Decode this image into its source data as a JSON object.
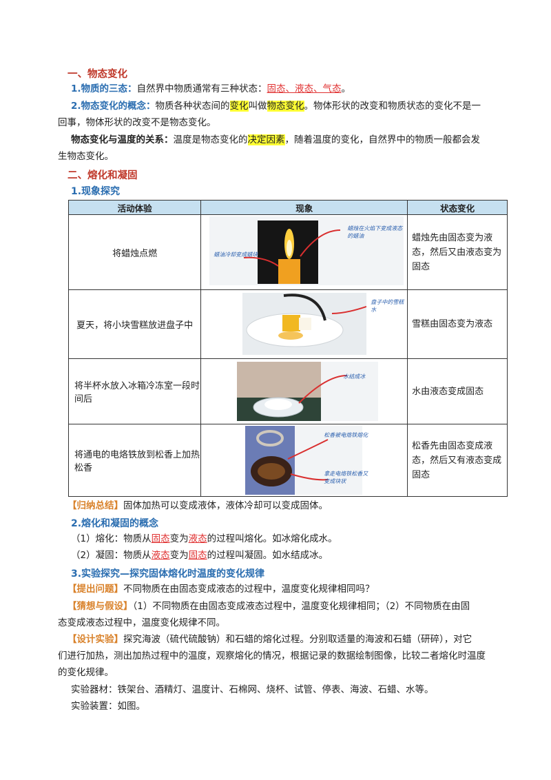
{
  "section1": {
    "title": "一、物态变化",
    "p1_label": "1.物质的三态：",
    "p1_text": "自然界中物质通常有三种状态：",
    "p1_answer": "固态、液态、气态",
    "p1_end": "。",
    "p2_label": "2.物态变化的概念：",
    "p2_text_a": "物质各种状态间的",
    "p2_hl1": "变化",
    "p2_text_b": "叫做",
    "p2_hl2": "物态变化",
    "p2_text_c": "。物体形状的改变和物质状态的变化不是一",
    "p2_line2": "回事，物体形状的改变不是物态变化。",
    "p3_label": "物态变化与温度的关系：",
    "p3_text_a": "温度是物态变化的",
    "p3_hl": "决定因素",
    "p3_text_b": "，随着温度的变化，自然界中的物质一般都会发",
    "p3_line2": "生物态变化。"
  },
  "section2": {
    "title": "二、熔化和凝固",
    "sub1": "1.现象探究",
    "table": {
      "headers": [
        "活动体验",
        "现象",
        "状态变化"
      ],
      "rows": [
        {
          "activity": "将蜡烛点燃",
          "notes": [
            "蜡烛在火焰下变成液态的蜡油",
            "蜡油冷却变成蜡块"
          ],
          "state": [
            "蜡烛先由固态变为液",
            "态，然后又由液态变为",
            "固态"
          ]
        },
        {
          "activity": "夏天，将小块雪糕放进盘子中",
          "notes": [
            "盘子中的雪糕水"
          ],
          "state": [
            "雪糕由固态变为液态"
          ]
        },
        {
          "activity": [
            "将半杯水放入冰箱冷冻室一段时",
            "间后"
          ],
          "notes": [
            "水结成冰"
          ],
          "state": [
            "水由液态变成固态"
          ]
        },
        {
          "activity": [
            "将通电的电烙铁放到松香上加热",
            "松香"
          ],
          "notes": [
            "松香被电烙铁熔化",
            "拿走电烙铁松香又变成块状"
          ],
          "state": [
            "松香先由固态变成液",
            "态，然后又有液态变成",
            "固态"
          ]
        }
      ]
    },
    "summary_tag": "【归纳总结】",
    "summary_text": "固体加热可以变成液体，液体冷却可以变成固体。",
    "sub2": "2.熔化和凝固的概念",
    "melt_a": "（1）熔化：物质从",
    "melt_u1": "固态",
    "melt_b": "变为",
    "melt_u2": "液态",
    "melt_c": "的过程叫熔化。如冰熔化成水。",
    "freeze_a": "（2）凝固：物质从",
    "freeze_u1": "液态",
    "freeze_b": "变为",
    "freeze_u2": "固态",
    "freeze_c": "的过程叫凝固。如水结成冰。",
    "sub3": "3.实验探究—探究固体熔化时温度的变化规律",
    "q_tag": "【提出问题】",
    "q_text": "不同物质在由固态变成液态的过程中，温度变化规律相同吗？",
    "h_tag": "【猜想与假设】",
    "h_text": "（1）不同物质在由固态变成液态过程中，温度变化规律相同；（2）不同物质在由固",
    "h_line2": "态变成液态过程中，温度变化规律不同。",
    "d_tag": "【设计实验】",
    "d_text": "探究海波（硫代硫酸钠）和石蜡的熔化过程。分别取适量的海波和石蜡（研碎），对它",
    "d_line2": "们进行加热，测出加热过程中的温度，观察熔化的情况，根据记录的数据绘制图像，比较二者熔化时温度",
    "d_line3": "的变化规律。",
    "equip": "实验器材：铁架台、酒精灯、温度计、石棉网、烧杯、试管、停表、海波、石蜡、水等。",
    "setup": "实验装置：如图。"
  }
}
